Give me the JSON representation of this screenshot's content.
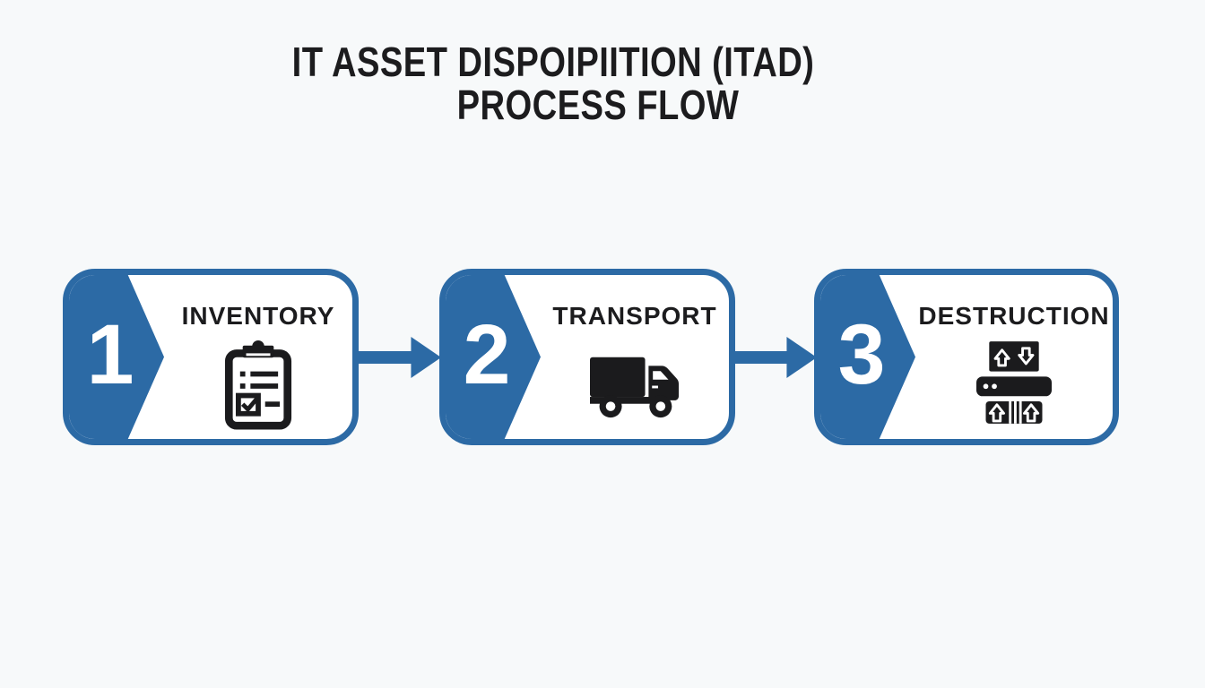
{
  "title": {
    "line1": "IT ASSET DISPOIPIITION (ITAD)",
    "line2": "PROCESS FLOW"
  },
  "steps": [
    {
      "number": "1",
      "label": "INVENTORY",
      "icon": "checklist-clipboard-icon"
    },
    {
      "number": "2",
      "label": "TRANSPORT",
      "icon": "delivery-truck-icon"
    },
    {
      "number": "3",
      "label": "DESTRUCTION",
      "icon": "paper-shredder-icon"
    }
  ],
  "colors": {
    "accent_blue": "#2c6aa5",
    "icon_black": "#1b1b1d",
    "text_dark": "#1c1c1e",
    "background": "#f7f9fa",
    "card_background": "#ffffff",
    "number_white": "#ffffff"
  }
}
